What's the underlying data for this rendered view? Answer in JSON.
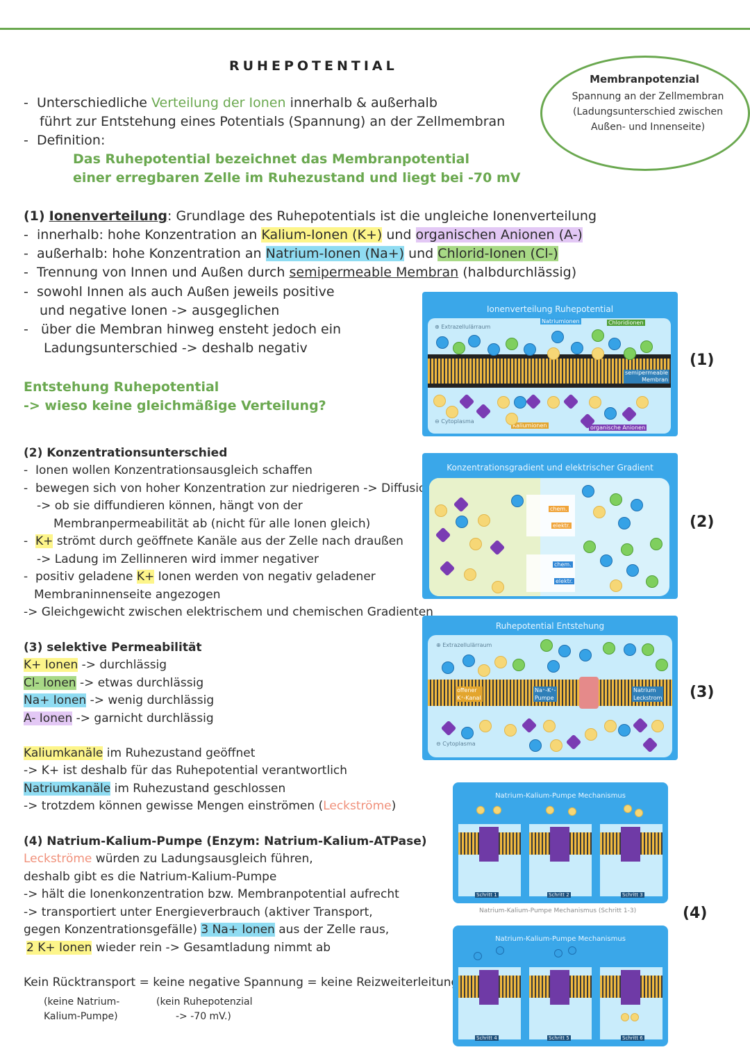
{
  "title": "RUHEPOTENTIAL",
  "cloud": {
    "title": "Membranpotenzial",
    "lines": [
      "Spannung an der Zellmembran",
      "(Ladungsunterschied zwischen",
      "Außen- und Innenseite)"
    ]
  },
  "intro": {
    "l1_a": "Unterschiedliche ",
    "l1_b": "Verteilung der Ionen",
    "l1_c": " innerhalb & außerhalb",
    "l2": "führt zur Entstehung eines Potentials (Spannung) an der Zellmembran",
    "l3": "Definition:",
    "def1": "Das Ruhepotential bezeichnet das Membranpotential",
    "def2": "einer erregbaren Zelle im Ruhezustand und liegt bei -70 mV"
  },
  "s1": {
    "num": "(1)",
    "head": "Ionenverteilung",
    "rest": ": Grundlage des Ruhepotentials ist die ungleiche Ionenverteilung",
    "b1_a": "innerhalb: hohe Konzentration an ",
    "b1_b": "Kalium-Ionen (K+)",
    "b1_c": " und ",
    "b1_d": "organischen Anionen (A-)",
    "b2_a": "außerhalb: hohe Konzentration an ",
    "b2_b": "Natrium-Ionen (Na+)",
    "b2_c": " und ",
    "b2_d": "Chlorid-Ionen (Cl-)",
    "b3_a": "Trennung von Innen und Außen durch ",
    "b3_b": "semipermeable Membran",
    "b3_c": " (halbdurchlässig)",
    "b4_a": "sowohl Innen als auch Außen jeweils positive",
    "b4_b": "und negative Ionen -> ausgeglichen",
    "b5_a": "über die Membran hinweg ensteht jedoch ein",
    "b5_b": "Ladungsunterschied -> deshalb negativ"
  },
  "entstehung": {
    "l1": "Entstehung Ruhepotential",
    "l2": "-> wieso keine gleichmäßige Verteilung?"
  },
  "s2": {
    "head": "(2) Konzentrationsunterschied",
    "l1": "Ionen wollen Konzentrationsausgleich schaffen",
    "l2": "bewegen sich von hoher Konzentration zur niedrigeren -> Diffusion",
    "l3": "-> ob sie diffundieren können, hängt von der",
    "l4": "Membranpermeabilität ab (nicht für alle Ionen gleich)",
    "l5_a": "K+",
    "l5_b": " strömt durch geöffnete Kanäle aus der Zelle nach draußen",
    "l6": "-> Ladung im Zellinneren wird immer negativer",
    "l7_a": "positiv geladene ",
    "l7_b": "K+",
    "l7_c": " Ionen werden von negativ geladener",
    "l8": "Membraninnenseite angezogen",
    "l9": "-> Gleichgewicht zwischen elektrischem und chemischen Gradienten"
  },
  "s3": {
    "head": "(3) selektive Permeabilität",
    "r1_a": "K+ Ionen",
    "r1_b": " -> durchlässig",
    "r2_a": "Cl- Ionen",
    "r2_b": " -> etwas durchlässig",
    "r3_a": "Na+ Ionen",
    "r3_b": " -> wenig durchlässig",
    "r4_a": "A- Ionen",
    "r4_b": " -> garnicht durchlässig",
    "k1_a": "Kaliumkanäle",
    "k1_b": " im Ruhezustand geöffnet",
    "k2": "-> K+ ist deshalb für das Ruhepotential verantwortlich",
    "k3_a": "Natriumkanäle",
    "k3_b": " im Ruhezustand geschlossen",
    "k4_a": "-> trotzdem können gewisse Mengen einströmen (",
    "k4_b": "Leckströme",
    "k4_c": ")"
  },
  "s4": {
    "head": "(4) Natrium-Kalium-Pumpe (Enzym: Natrium-Kalium-ATPase)",
    "l1_a": "Leckströme",
    "l1_b": " würden zu Ladungsausgleich führen,",
    "l2": "deshalb gibt es die Natrium-Kalium-Pumpe",
    "l3": "-> hält die Ionenkonzentration bzw. Membranpotential aufrecht",
    "l4": "-> transportiert unter Energieverbrauch (aktiver Transport,",
    "l5_a": "gegen Konzentrationsgefälle) ",
    "l5_b": "3 Na+ Ionen",
    "l5_c": " aus der Zelle raus,",
    "l6_a": "2 K+ Ionen",
    "l6_b": " wieder rein -> Gesamtladung nimmt ab",
    "f1": "Kein Rücktransport = keine negative Spannung = keine Reizweiterleitung",
    "f2a": "(keine Natrium-",
    "f2b": "Kalium-Pumpe)",
    "f3a": "(kein Ruhepotenzial",
    "f3b": "-> -70 mV.)"
  },
  "figures": {
    "fig1": {
      "num": "(1)",
      "title": "Ionenverteilung Ruhepotential",
      "extra": "Extrazellulärraum",
      "natrium": "Natriumionen",
      "chlorid": "Chloridionen",
      "semi1": "semipermeable",
      "semi2": "Membran",
      "cyto": "Cytoplasma",
      "kalium": "Kaliumionen",
      "organ": "organische Anionen"
    },
    "fig2": {
      "num": "(2)",
      "title": "Konzentrationsgradient und elektrischer Gradient",
      "chem1": "chem.",
      "elektr1": "elektr.",
      "chem2": "chem.",
      "elektr2": "elektr."
    },
    "fig3": {
      "num": "(3)",
      "title": "Ruhepotential Entstehung",
      "extra": "Extrazellulärraum",
      "kanal1": "offener",
      "kanal2": "K⁺-Kanal",
      "pumpe1": "Na⁺-K⁺-",
      "pumpe2": "Pumpe",
      "leck1": "Natrium",
      "leck2": "Leckstrom",
      "cyto": "Cytoplasma"
    },
    "fig4": {
      "num": "(4)",
      "title_a": "Natrium-Kalium-Pumpe Mechanismus",
      "steps_a": [
        "Schritt 1",
        "Schritt 2",
        "Schritt 3"
      ],
      "caption": "Natrium-Kalium-Pumpe Mechanismus (Schritt 1-3)",
      "title_b": "Natrium-Kalium-Pumpe Mechanismus",
      "steps_b": [
        "Schritt 4",
        "Schritt 5",
        "Schritt 6"
      ]
    }
  }
}
